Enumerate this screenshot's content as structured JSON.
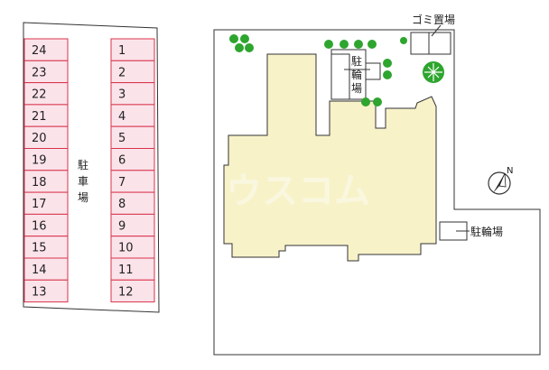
{
  "left_lot": {
    "label_chars": [
      "駐",
      "車",
      "場"
    ],
    "left_column": [
      "24",
      "23",
      "22",
      "21",
      "20",
      "19",
      "18",
      "17",
      "16",
      "15",
      "14",
      "13"
    ],
    "right_column": [
      "1",
      "2",
      "3",
      "4",
      "5",
      "6",
      "7",
      "8",
      "9",
      "10",
      "11",
      "12"
    ]
  },
  "site": {
    "garbage_label": "ゴミ置場",
    "bike_parking_top_chars": [
      "駐",
      "輪",
      "場"
    ],
    "bike_parking_right_label": "駐輪場",
    "compass_label": "N",
    "watermark": "ウスコム"
  },
  "colors": {
    "stall_fill": "#fbe3ea",
    "stall_stroke": "#d8334a",
    "building_fill": "#f7f2c8",
    "tree_green": "#2ea52e",
    "line": "#333333"
  }
}
